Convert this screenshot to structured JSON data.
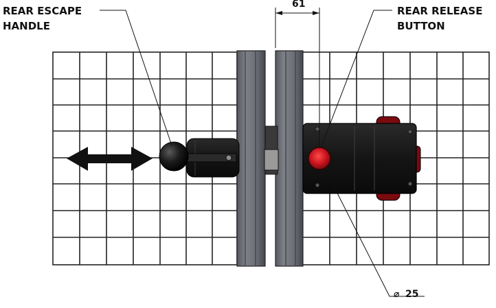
{
  "labels": {
    "escape_handle_line1": "REAR ESCAPE",
    "escape_handle_line2": "HANDLE",
    "release_button_line1": "REAR RELEASE",
    "release_button_line2": "BUTTON"
  },
  "dimensions": {
    "gap": "61",
    "diameter_symbol": "⌀",
    "diameter_value": "25"
  },
  "colors": {
    "grid": "#222222",
    "post": "#6f7278",
    "post_dark": "#4b4e54",
    "body": "#1c1c1c",
    "button_red": "#c8141e",
    "background": "#ffffff"
  },
  "icons": {
    "arrow": "double-headed-arrow-icon",
    "knob": "ball-knob-icon"
  }
}
